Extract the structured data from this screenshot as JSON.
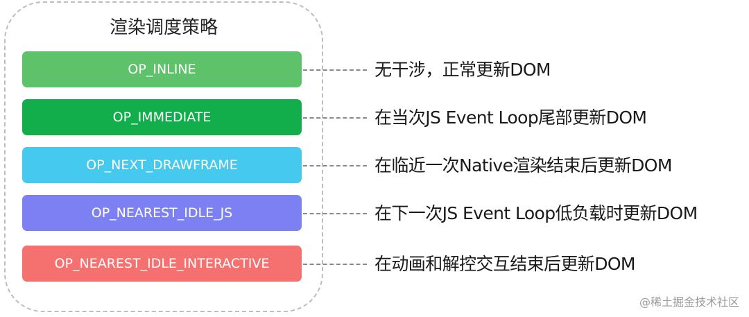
{
  "diagram": {
    "title": "渲染调度策略",
    "modes": [
      {
        "label": "OP_INLINE",
        "description": "无干涉，正常更新DOM",
        "color": "#5dc26a"
      },
      {
        "label": "OP_IMMEDIATE",
        "description": "在当次JS Event Loop尾部更新DOM",
        "color": "#13ae4c"
      },
      {
        "label": "OP_NEXT_DRAWFRAME",
        "description": "在临近一次Native渲染结束后更新DOM",
        "color": "#45c9ef"
      },
      {
        "label": "OP_NEAREST_IDLE_JS",
        "description": "在下一次JS Event Loop低负载时更新DOM",
        "color": "#7d80f3"
      },
      {
        "label": "OP_NEAREST_IDLE_INTERACTIVE",
        "description": "在动画和解控交互结束后更新DOM",
        "color": "#f57170"
      }
    ]
  },
  "watermark": "@稀土掘金技术社区"
}
